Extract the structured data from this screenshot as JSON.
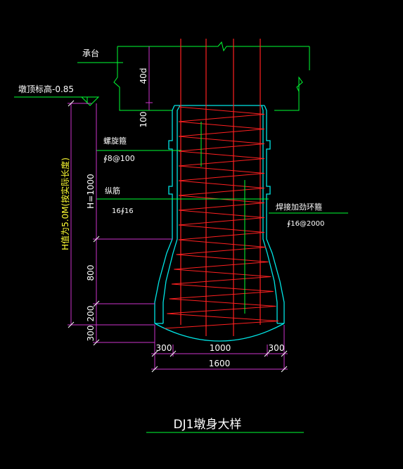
{
  "colors": {
    "background": "#000000",
    "concrete": "#00e5e5",
    "rebar": "#ff2020",
    "leader": "#00ff33",
    "dimension": "#cc33cc",
    "dim_text": "#ffffff",
    "yellow_text": "#ffff33"
  },
  "labels": {
    "cap": "承台",
    "pier_top_elev": "墩顶标高-0.85",
    "spiral": "螺旋箍",
    "spiral_spec": "∮8@100",
    "long_bar": "纵筋",
    "long_bar_spec": "16∮16",
    "ring": "焊接加劲环箍",
    "ring_spec": "∮16@2000",
    "h_note": "H值为5.0M(按实际长度)",
    "title": "DJ1墩身大样"
  },
  "dims": {
    "anchor": "40d",
    "top": "100",
    "h": "H=1000",
    "d800": "800",
    "d200": "200",
    "d300": "300",
    "b300_left": "300",
    "b1000": "1000",
    "b300_right": "300",
    "b1600": "1600"
  }
}
